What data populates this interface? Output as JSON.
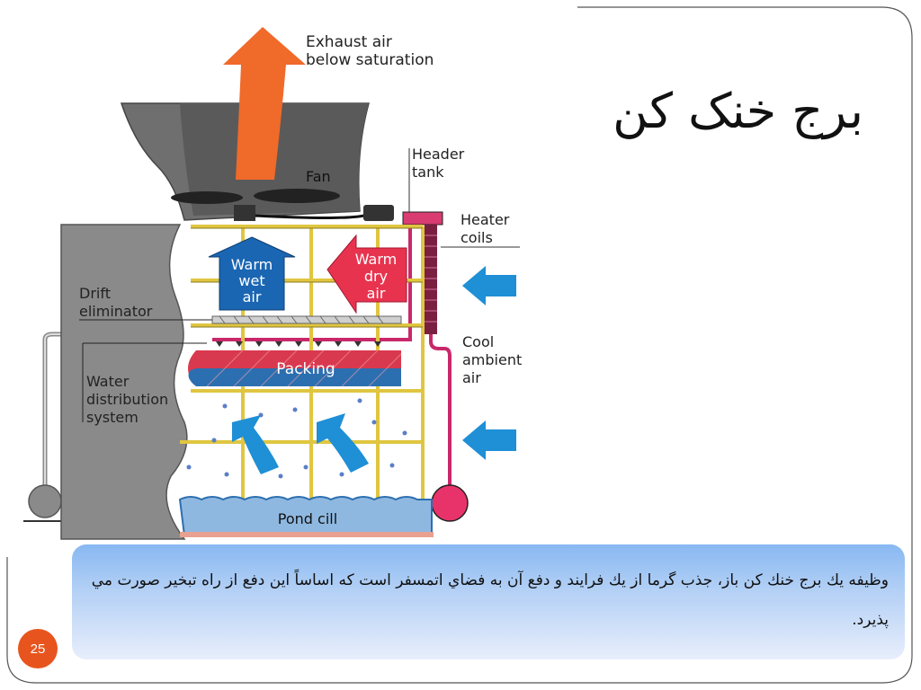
{
  "slide": {
    "title": "برج خنک کن",
    "body_text": "وظيفه يك برج خنك كن باز، جذب گرما از يك فرايند و دفع آن به فضاي اتمسفر است كه اساساً اين دفع از راه تبخير صورت مي پذيرد.",
    "page_number": "25"
  },
  "diagram": {
    "labels": {
      "exhaust_line1": "Exhaust air",
      "exhaust_line2": "below saturation",
      "fan": "Fan",
      "header_tank_line1": "Header",
      "header_tank_line2": "tank",
      "heater_coils_line1": "Heater",
      "heater_coils_line2": "coils",
      "warm_wet_line1": "Warm",
      "warm_wet_line2": "wet",
      "warm_wet_line3": "air",
      "warm_dry_line1": "Warm",
      "warm_dry_line2": "dry",
      "warm_dry_line3": "air",
      "drift_line1": "Drift",
      "drift_line2": "eliminator",
      "cool_ambient_line1": "Cool",
      "cool_ambient_line2": "ambient",
      "cool_ambient_line3": "air",
      "packing": "Packing",
      "water_dist_line1": "Water",
      "water_dist_line2": "distribution",
      "water_dist_line3": "system",
      "pond_cill": "Pond cill"
    },
    "colors": {
      "tower_gray": "#8a8a8a",
      "tower_dark": "#6a6a6a",
      "exhaust_orange": "#f06a2a",
      "warm_wet_blue": "#1a66b3",
      "warm_dry_red": "#e8334f",
      "cool_air_blue": "#1f8fd6",
      "frame_yellow": "#e8d04a",
      "pipe_magenta": "#c8286a",
      "pond_blue": "#8fb8e0",
      "packing_red": "#d9394f",
      "packing_blue": "#2c6fb0"
    }
  }
}
